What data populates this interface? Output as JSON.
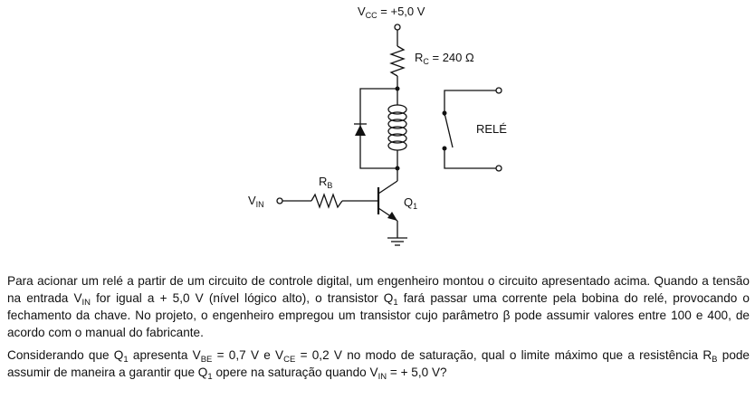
{
  "circuit": {
    "vcc_label": "V",
    "vcc_sub": "CC",
    "vcc_value": " = +5,0 V",
    "rc_label": "R",
    "rc_sub": "C",
    "rc_value": " = 240 Ω",
    "rb_label": "R",
    "rb_sub": "B",
    "vin_label": "V",
    "vin_sub": "IN",
    "q1_label": "Q",
    "q1_sub": "1",
    "relay_label": "RELÉ"
  },
  "text": {
    "p1": {
      "s1": "Para acionar um relé a partir de um circuito de controle digital, um engenheiro montou o circuito apresentado acima. Quando a tensão na entrada V",
      "s1_sub": "IN",
      "s2": " for igual a + 5,0 V (nível lógico alto), o transistor Q",
      "s2_sub": "1",
      "s3": " fará passar uma corrente pela bobina do relé, provocando o fechamento da chave. No projeto, o engenheiro empregou um transistor cujo parâmetro β pode assumir valores entre 100 e 400, de acordo com o manual do fabricante."
    },
    "p2": {
      "s1": "Considerando que Q",
      "s1_sub": "1",
      "s2": " apresenta V",
      "s2_sub": "BE",
      "s3": " = 0,7 V e V",
      "s3_sub": "CE",
      "s4": " = 0,2 V no modo de saturação, qual o limite máximo que a resistência R",
      "s4_sub": "B",
      "s5": " pode assumir de maneira a garantir que Q",
      "s5_sub": "1",
      "s6": " opere na saturação quando V",
      "s6_sub": "IN",
      "s7": " = + 5,0 V?"
    }
  }
}
